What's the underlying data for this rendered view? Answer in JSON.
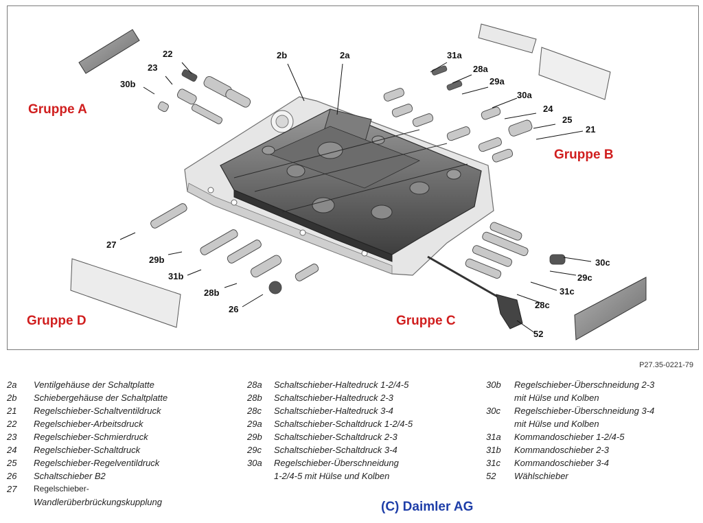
{
  "figure": {
    "groups": {
      "a": "Gruppe A",
      "b": "Gruppe B",
      "c": "Gruppe C",
      "d": "Gruppe D"
    },
    "callouts": {
      "c22": "22",
      "c23": "23",
      "c30b": "30b",
      "c2b": "2b",
      "c2a": "2a",
      "c31a": "31a",
      "c28a": "28a",
      "c29a": "29a",
      "c30a": "30a",
      "c24": "24",
      "c25": "25",
      "c21": "21",
      "c27": "27",
      "c29b": "29b",
      "c31b": "31b",
      "c28b": "28b",
      "c26": "26",
      "c30c": "30c",
      "c29c": "29c",
      "c31c": "31c",
      "c28c": "28c",
      "c52": "52"
    },
    "colors": {
      "group_label": "#d01e1e",
      "copyright": "#1e3ea8",
      "housing": "#5a5a5a"
    }
  },
  "reference": "P27.35-0221-79",
  "legend": {
    "col1": [
      {
        "code": "2a",
        "text": "Ventilgehäuse der Schaltplatte"
      },
      {
        "code": "2b",
        "text": "Schiebergehäuse der Schaltplatte"
      },
      {
        "code": "21",
        "text": "Regelschieber-Schaltventildruck"
      },
      {
        "code": "22",
        "text": "Regelschieber-Arbeitsdruck"
      },
      {
        "code": "23",
        "text": "Regelschieber-Schmierdruck"
      },
      {
        "code": "24",
        "text": "Regelschieber-Schaltdruck"
      },
      {
        "code": "25",
        "text": "Regelschieber-Regelventildruck"
      },
      {
        "code": "26",
        "text": "Schaltschieber B2"
      },
      {
        "code": "27",
        "text": "Regelschieber-"
      },
      {
        "code": "",
        "text": "Wandlerüberbrückungskupplung"
      }
    ],
    "col2": [
      {
        "code": "28a",
        "text": "Schaltschieber-Haltedruck 1-2/4-5"
      },
      {
        "code": "28b",
        "text": "Schaltschieber-Haltedruck 2-3"
      },
      {
        "code": "28c",
        "text": "Schaltschieber-Haltedruck 3-4"
      },
      {
        "code": "29a",
        "text": "Schaltschieber-Schaltdruck 1-2/4-5"
      },
      {
        "code": "29b",
        "text": "Schaltschieber-Schaltdruck 2-3"
      },
      {
        "code": "29c",
        "text": "Schaltschieber-Schaltdruck 3-4"
      },
      {
        "code": "30a",
        "text": "Regelschieber-Überschneidung"
      },
      {
        "code": "",
        "text": "1-2/4-5 mit Hülse und Kolben"
      }
    ],
    "col3": [
      {
        "code": "30b",
        "text": "Regelschieber-Überschneidung 2-3"
      },
      {
        "code": "",
        "text": "mit Hülse und Kolben"
      },
      {
        "code": "30c",
        "text": "Regelschieber-Überschneidung 3-4"
      },
      {
        "code": "",
        "text": "mit Hülse und Kolben"
      },
      {
        "code": "31a",
        "text": "Kommandoschieber 1-2/4-5"
      },
      {
        "code": "31b",
        "text": "Kommandoschieber 2-3"
      },
      {
        "code": "31c",
        "text": "Kommandoschieber 3-4"
      },
      {
        "code": "52",
        "text": "Wählschieber"
      }
    ]
  },
  "copyright": "(C) Daimler AG"
}
